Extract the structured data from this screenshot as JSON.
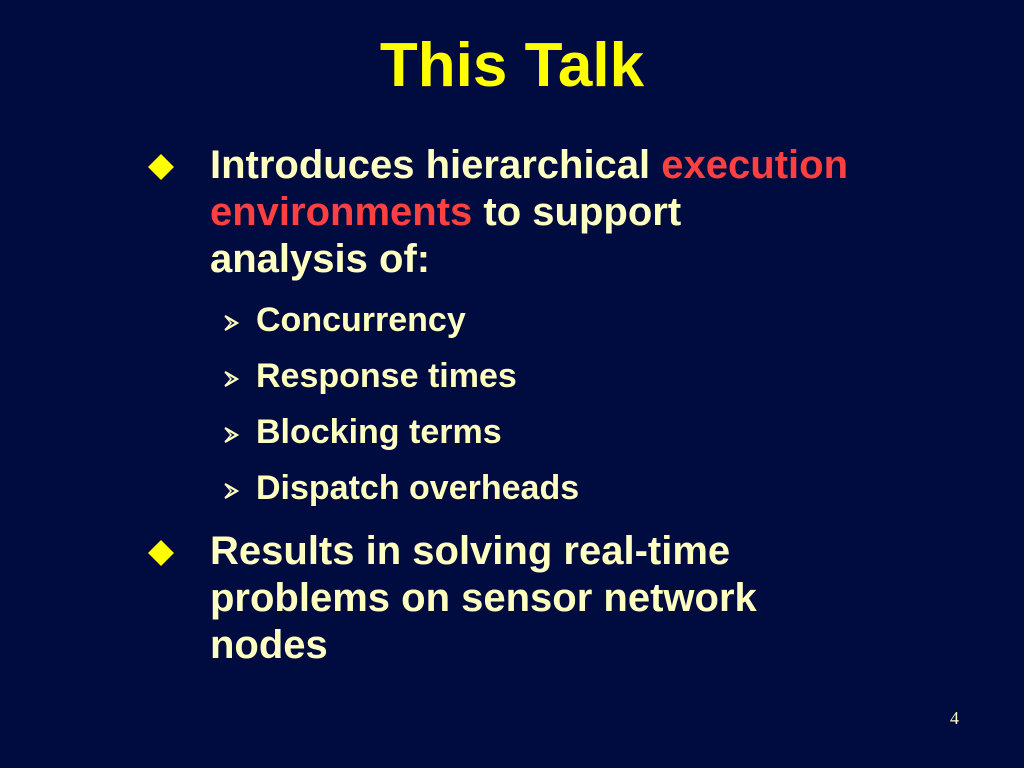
{
  "slide": {
    "title": "This Talk",
    "bullets": [
      {
        "pre": "Introduces hierarchical ",
        "highlight": "execution environments",
        "post": " to support analysis of:",
        "sub_items": [
          "Concurrency",
          "Response times",
          "Blocking terms",
          "Dispatch overheads"
        ]
      },
      {
        "text": "Results in solving real-time problems on sensor network nodes"
      }
    ],
    "page_number": "4"
  },
  "colors": {
    "background": "#000b40",
    "title": "#ffff00",
    "body_text": "#ffffc0",
    "highlight": "#ff4040"
  },
  "icons": {
    "main_bullet": "diamond-icon",
    "sub_bullet": "arrowhead-icon"
  }
}
